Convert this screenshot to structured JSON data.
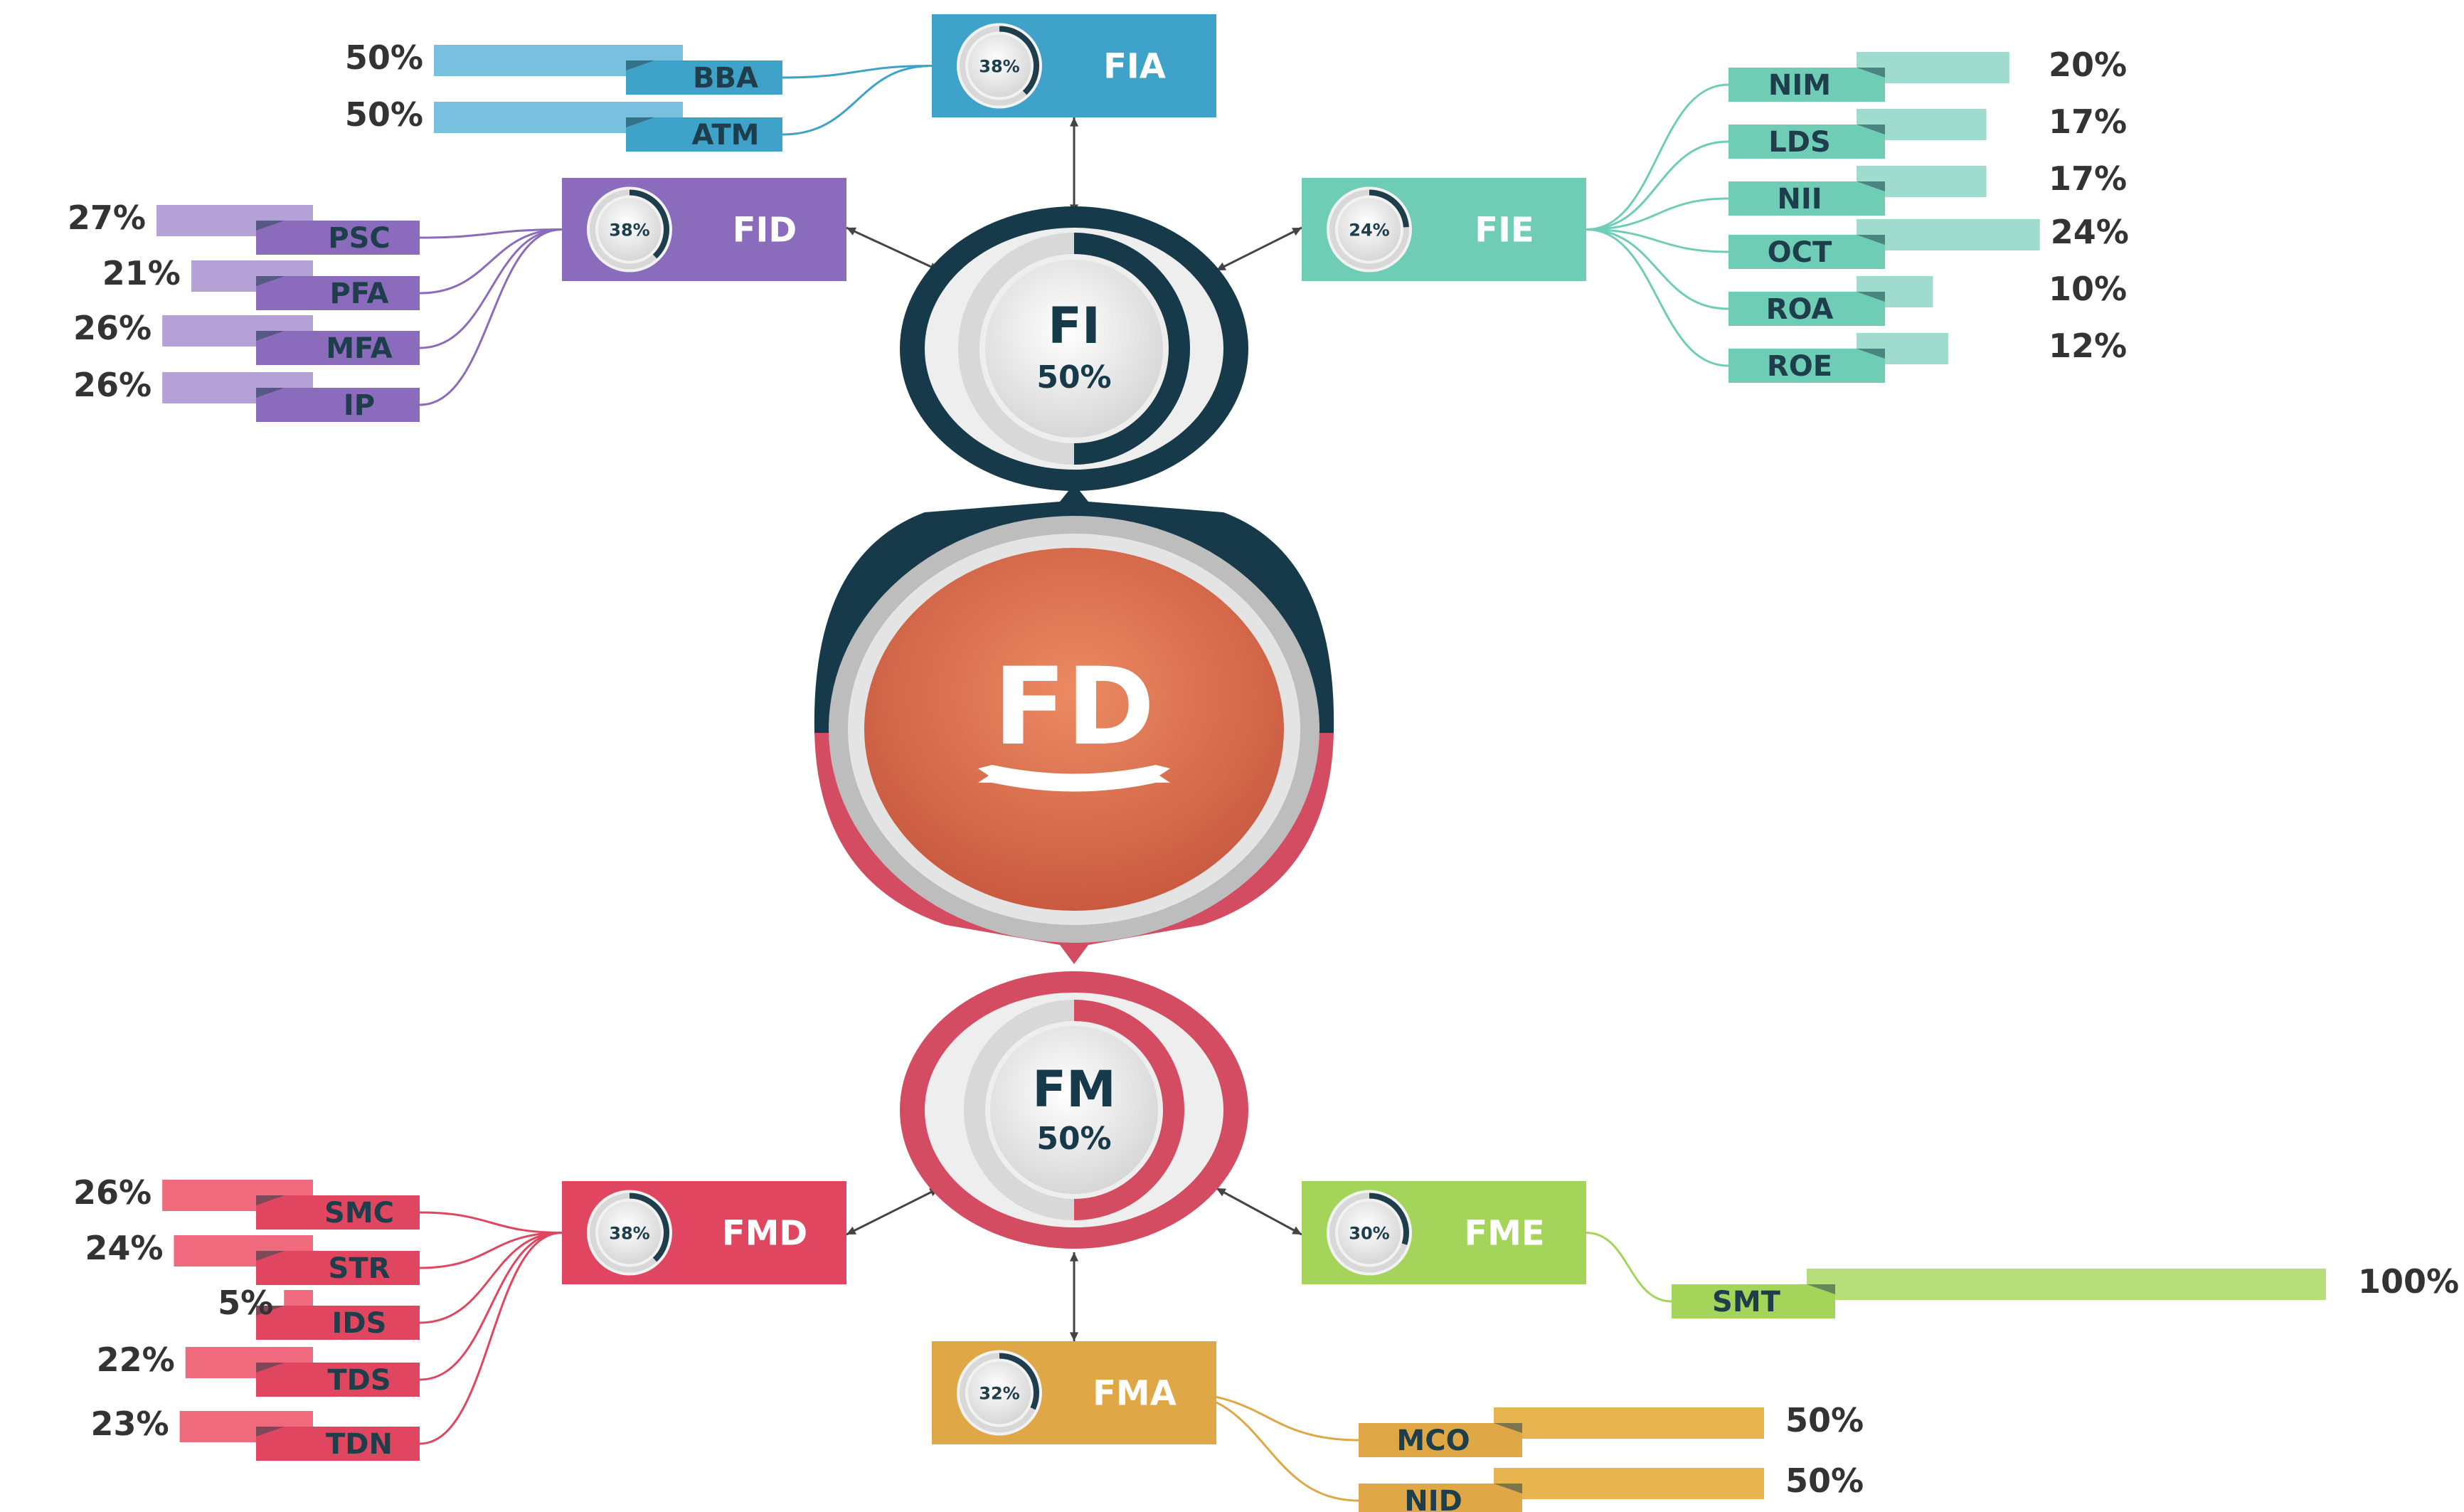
{
  "center": {
    "label": "FD"
  },
  "top_hub": {
    "label": "FI",
    "percent": "50%",
    "value": 50,
    "color": "#173a4a"
  },
  "bottom_hub": {
    "label": "FM",
    "percent": "50%",
    "value": 50,
    "color": "#d44c62"
  },
  "groups": [
    {
      "id": "fia",
      "label": "FIA",
      "percent": "38%",
      "value": 38,
      "color": "#3fa3c9",
      "light": "#79c0df",
      "items": [
        {
          "label": "BBA",
          "percent": "50%",
          "value": 50
        },
        {
          "label": "ATM",
          "percent": "50%",
          "value": 50
        }
      ]
    },
    {
      "id": "fid",
      "label": "FID",
      "percent": "38%",
      "value": 38,
      "color": "#8b6bbb",
      "light": "#b4a1d6",
      "items": [
        {
          "label": "PSC",
          "percent": "27%",
          "value": 27
        },
        {
          "label": "PFA",
          "percent": "21%",
          "value": 21
        },
        {
          "label": "MFA",
          "percent": "26%",
          "value": 26
        },
        {
          "label": "IP",
          "percent": "26%",
          "value": 26
        }
      ]
    },
    {
      "id": "fie",
      "label": "FIE",
      "percent": "24%",
      "value": 24,
      "color": "#6fcdb6",
      "light": "#9fdccd",
      "items": [
        {
          "label": "NIM",
          "percent": "20%",
          "value": 20
        },
        {
          "label": "LDS",
          "percent": "17%",
          "value": 17
        },
        {
          "label": "NII",
          "percent": "17%",
          "value": 17
        },
        {
          "label": "OCT",
          "percent": "24%",
          "value": 24
        },
        {
          "label": "ROA",
          "percent": "10%",
          "value": 10
        },
        {
          "label": "ROE",
          "percent": "12%",
          "value": 12
        }
      ]
    },
    {
      "id": "fmd",
      "label": "FMD",
      "percent": "38%",
      "value": 38,
      "color": "#e0465f",
      "light": "#ef6a7c",
      "items": [
        {
          "label": "SMC",
          "percent": "26%",
          "value": 26
        },
        {
          "label": "STR",
          "percent": "24%",
          "value": 24
        },
        {
          "label": "IDS",
          "percent": "5%",
          "value": 5
        },
        {
          "label": "TDS",
          "percent": "22%",
          "value": 22
        },
        {
          "label": "TDN",
          "percent": "23%",
          "value": 23
        }
      ]
    },
    {
      "id": "fme",
      "label": "FME",
      "percent": "30%",
      "value": 30,
      "color": "#a4d45a",
      "light": "#b8de7c",
      "items": [
        {
          "label": "SMT",
          "percent": "100%",
          "value": 100
        }
      ]
    },
    {
      "id": "fma",
      "label": "FMA",
      "percent": "32%",
      "value": 32,
      "color": "#dfa745",
      "light": "#e7b54f",
      "items": [
        {
          "label": "MCO",
          "percent": "50%",
          "value": 50
        },
        {
          "label": "NID",
          "percent": "50%",
          "value": 50
        }
      ]
    }
  ]
}
